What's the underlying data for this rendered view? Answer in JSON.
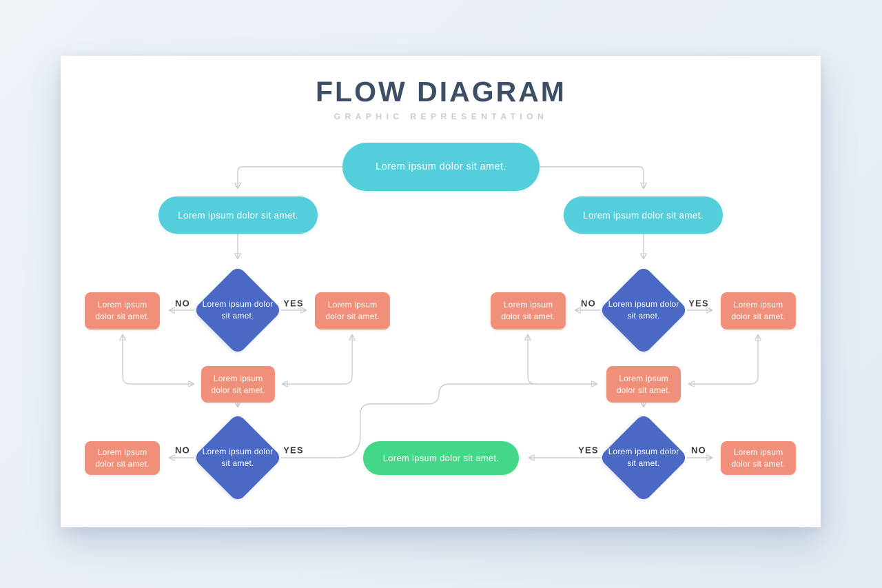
{
  "title": "FLOW DIAGRAM",
  "subtitle": "GRAPHIC REPRESENTATION",
  "edge_labels": {
    "yes": "YES",
    "no": "NO"
  },
  "nodes": {
    "start": {
      "type": "pill",
      "label": "Lorem ipsum dolor sit amet."
    },
    "branch_left": {
      "type": "pill",
      "label": "Lorem ipsum dolor sit amet."
    },
    "branch_right": {
      "type": "pill",
      "label": "Lorem ipsum dolor sit amet."
    },
    "decision_top_left": {
      "type": "decision",
      "label": "Lorem ipsum dolor sit amet."
    },
    "decision_top_right": {
      "type": "decision",
      "label": "Lorem ipsum dolor sit amet."
    },
    "decision_bottom_left": {
      "type": "decision",
      "label": "Lorem ipsum dolor sit amet."
    },
    "decision_bottom_right": {
      "type": "decision",
      "label": "Lorem ipsum dolor sit amet."
    },
    "box_top_left_no": {
      "type": "process",
      "label": "Lorem ipsum dolor sit amet."
    },
    "box_top_left_yes": {
      "type": "process",
      "label": "Lorem ipsum dolor sit amet."
    },
    "box_top_right_no": {
      "type": "process",
      "label": "Lorem ipsum dolor sit amet."
    },
    "box_top_right_yes": {
      "type": "process",
      "label": "Lorem ipsum dolor sit amet."
    },
    "merge_left": {
      "type": "process",
      "label": "Lorem ipsum dolor sit amet."
    },
    "merge_right": {
      "type": "process",
      "label": "Lorem ipsum dolor sit amet."
    },
    "box_bottom_left_no": {
      "type": "process",
      "label": "Lorem ipsum dolor sit amet."
    },
    "box_bottom_right_no": {
      "type": "process",
      "label": "Lorem ipsum dolor sit amet."
    },
    "end": {
      "type": "terminal",
      "label": "Lorem ipsum dolor sit amet."
    }
  },
  "edges": [
    {
      "from": "start",
      "to": "branch_left"
    },
    {
      "from": "start",
      "to": "branch_right"
    },
    {
      "from": "branch_left",
      "to": "decision_top_left"
    },
    {
      "from": "branch_right",
      "to": "decision_top_right"
    },
    {
      "from": "decision_top_left",
      "to": "box_top_left_no",
      "label": "NO"
    },
    {
      "from": "decision_top_left",
      "to": "box_top_left_yes",
      "label": "YES"
    },
    {
      "from": "decision_top_right",
      "to": "box_top_right_no",
      "label": "NO"
    },
    {
      "from": "decision_top_right",
      "to": "box_top_right_yes",
      "label": "YES"
    },
    {
      "from": "box_top_left_no",
      "to": "merge_left"
    },
    {
      "from": "box_top_left_yes",
      "to": "merge_left"
    },
    {
      "from": "box_top_right_no",
      "to": "merge_right"
    },
    {
      "from": "box_top_right_yes",
      "to": "merge_right"
    },
    {
      "from": "merge_left",
      "to": "decision_bottom_left"
    },
    {
      "from": "merge_right",
      "to": "decision_bottom_right"
    },
    {
      "from": "decision_bottom_left",
      "to": "box_bottom_left_no",
      "label": "NO"
    },
    {
      "from": "decision_bottom_left",
      "to": "merge_right",
      "label": "YES"
    },
    {
      "from": "decision_bottom_right",
      "to": "end",
      "label": "YES"
    },
    {
      "from": "decision_bottom_right",
      "to": "box_bottom_right_no",
      "label": "NO"
    }
  ],
  "colors": {
    "teal": "#55CEDC",
    "blue": "#4A69C4",
    "salmon": "#F0907A",
    "green": "#43D888",
    "title": "#3D4F66",
    "subtitle": "#C5CBD4",
    "line": "#C9CDD3",
    "arrow": "#B7BCC4",
    "label": "#3B3B3B",
    "background": "#E9EFF6",
    "card": "#FFFFFF"
  }
}
